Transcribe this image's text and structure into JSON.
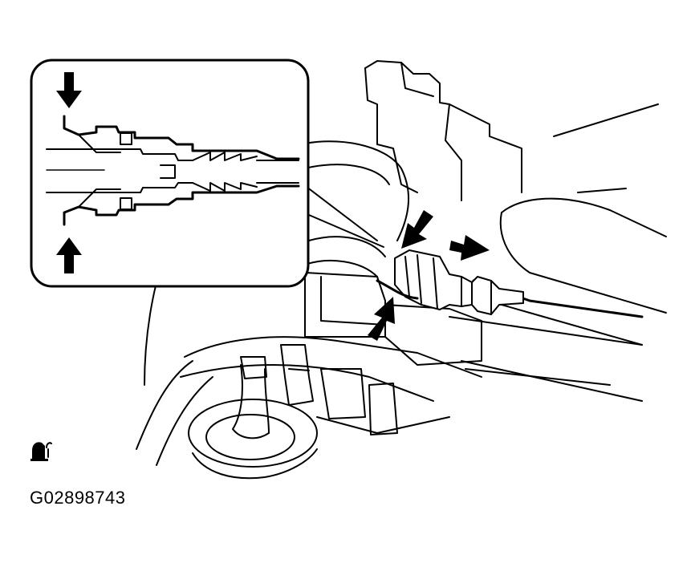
{
  "figure": {
    "id_label": "G02898743",
    "symbol_icon": "hand-grip-symbol-icon"
  },
  "callouts": {
    "inset_arrow_count": 2,
    "main_arrow_count": 3
  }
}
